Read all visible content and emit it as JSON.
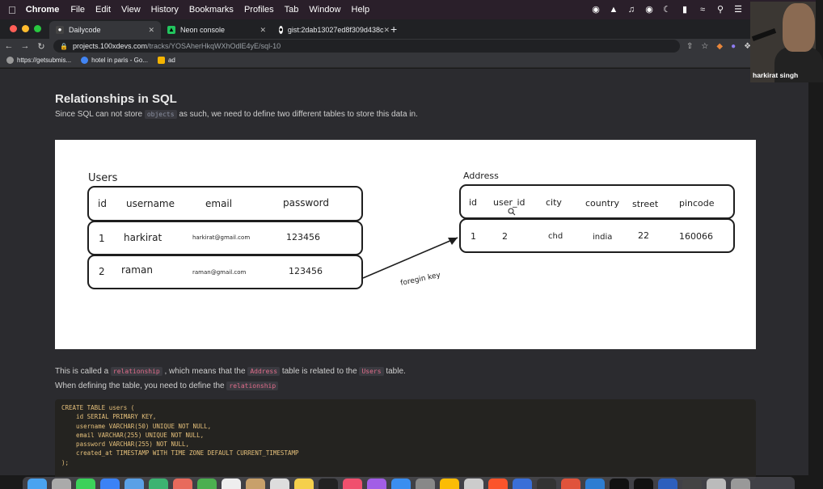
{
  "menubar": {
    "app_name": "Chrome",
    "items": [
      "File",
      "Edit",
      "View",
      "History",
      "Bookmarks",
      "Profiles",
      "Tab",
      "Window",
      "Help"
    ]
  },
  "browser": {
    "tabs": [
      {
        "label": "Dailycode",
        "icon": "dailycode-favicon",
        "active": true
      },
      {
        "label": "Neon console",
        "icon": "neon-favicon",
        "active": false
      },
      {
        "label": "gist:2dab13027ed8f309d438c",
        "icon": "github-favicon",
        "active": false
      }
    ],
    "url_host": "projects.100xdevs.com",
    "url_path": "/tracks/YOSAherHkqWXhOdlE4yE/sql-10",
    "bookmarks": [
      {
        "label": "https://getsubmis..."
      },
      {
        "label": "hotel in paris - Go..."
      },
      {
        "label": "ad"
      }
    ]
  },
  "page": {
    "heading": "Relationships in SQL",
    "intro_before": "Since SQL can not store",
    "intro_code": "objects",
    "intro_after": "as such, we need to define two different tables to store this data in.",
    "rel_1": "This is called a",
    "rel_code1": "relationship",
    "rel_2": ", which means that the",
    "rel_code2": "Address",
    "rel_3": "table is related to the",
    "rel_code3": "Users",
    "rel_4": "table.",
    "define_before": "When defining the table, you need to define the",
    "define_code": "relationship",
    "code_lines": [
      "CREATE TABLE users (",
      "    id SERIAL PRIMARY KEY,",
      "    username VARCHAR(50) UNIQUE NOT NULL,",
      "    email VARCHAR(255) UNIQUE NOT NULL,",
      "    password VARCHAR(255) NOT NULL,",
      "    created_at TIMESTAMP WITH TIME ZONE DEFAULT CURRENT_TIMESTAMP",
      ");"
    ]
  },
  "diagram": {
    "users_title": "Users",
    "users_headers": [
      "id",
      "username",
      "email",
      "password"
    ],
    "users_rows": [
      [
        "1",
        "harkirat",
        "harkirat@gmail.com",
        "123456"
      ],
      [
        "2",
        "raman",
        "raman@gmail.com",
        "123456"
      ]
    ],
    "address_title": "Address",
    "address_headers": [
      "id",
      "user_id",
      "city",
      "country",
      "street",
      "pincode"
    ],
    "address_rows": [
      [
        "1",
        "2",
        "chd",
        "india",
        "22",
        "160066"
      ]
    ],
    "arrow_label": "foregin key"
  },
  "webcam": {
    "name": "harkirat singh"
  },
  "colors": {
    "page_bg": "#2b2b2f",
    "code_pink": "#e06c8a",
    "code_yellow": "#e5c07b"
  }
}
